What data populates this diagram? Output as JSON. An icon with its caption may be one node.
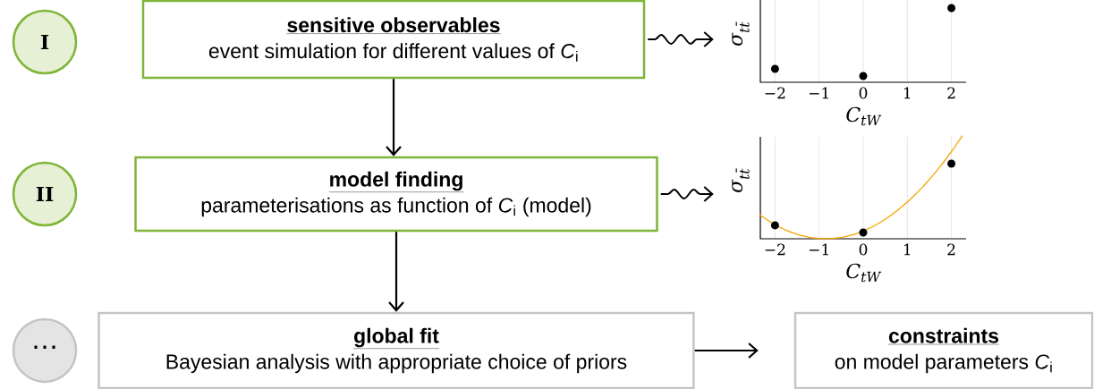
{
  "diagram": {
    "nodes": [
      {
        "text": [
          "I"
        ]
      },
      {
        "text": [
          "sensitive observables",
          "event simulation for different values of *C*$_{i}$"
        ]
      },
      {
        "text": [],
        "shape": "picture"
      },
      {
        "text": [
          "II"
        ]
      },
      {
        "text": [
          "model finding",
          "parameterisations as function of *C*$_{i}$ (model)"
        ]
      },
      {
        "text": [],
        "shape": "picture"
      },
      {
        "text": [
          "⋯"
        ]
      },
      {
        "text": [
          "global fit",
          "Bayesian analysis with appropriate choice of priors"
        ]
      },
      {
        "text": [
          "constraints",
          "on model parameters  *C*$_{i}$"
        ]
      }
    ],
    "edges": [
      {
        "from": 1,
        "to": 2,
        "arrow": "to"
      },
      {
        "from": 1,
        "to": 4,
        "arrow": "to"
      },
      {
        "from": 4,
        "to": 5,
        "arrow": "to"
      },
      {
        "from": 4,
        "to": 7,
        "arrow": "to"
      },
      {
        "from": 7,
        "to": 8,
        "arrow": "to"
      }
    ],
    "labels": [
      "σ$_{tt̄}$",
      "−2",
      "−1",
      "0",
      "1",
      "2",
      "C$_{tW}$",
      "σ$_{tt̄}$",
      "−2",
      "−1",
      "0",
      "1",
      "2",
      "C$_{tW}$"
    ]
  }
}
